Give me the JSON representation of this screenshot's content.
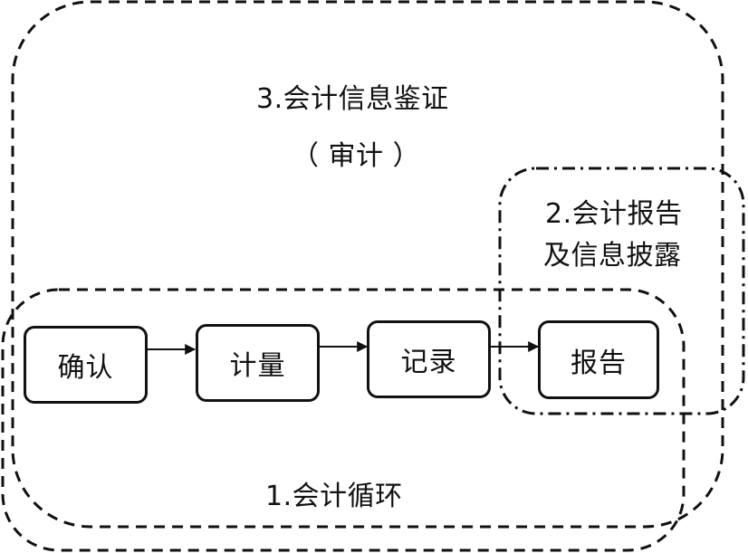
{
  "diagram": {
    "regions": {
      "audit": {
        "title": "3.会计信息鉴证",
        "subtitle": "（ 审计 ）"
      },
      "reporting": {
        "line1": "2.会计报告",
        "line2": "及信息披露"
      },
      "cycle": {
        "title": "1.会计循环"
      }
    },
    "nodes": [
      {
        "label": "确认"
      },
      {
        "label": "计量"
      },
      {
        "label": "记录"
      },
      {
        "label": "报告"
      }
    ]
  }
}
